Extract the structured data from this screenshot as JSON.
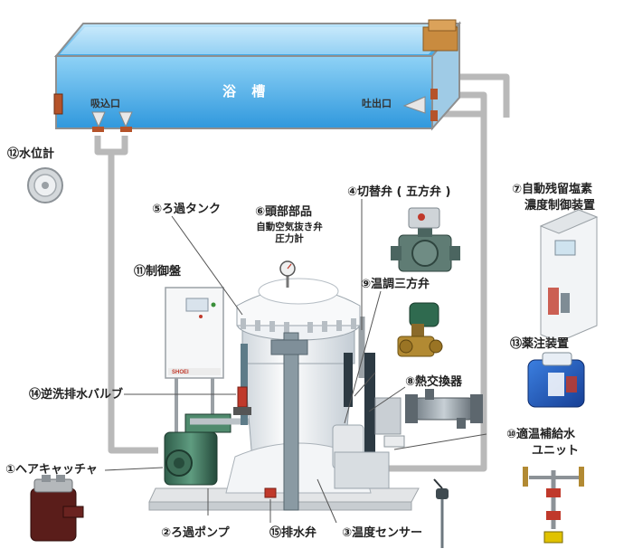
{
  "bath": {
    "title": "浴 槽",
    "intake_label": "吸込口",
    "outlet_label": "吐出口"
  },
  "components": [
    {
      "id": "1",
      "label": "①ヘアキャッチャ"
    },
    {
      "id": "2",
      "label": "②ろ過ポンプ"
    },
    {
      "id": "3",
      "label": "③温度センサー"
    },
    {
      "id": "4",
      "label": "④切替弁 ( 五方弁 )"
    },
    {
      "id": "5",
      "label": "⑤ろ過タンク"
    },
    {
      "id": "6",
      "label": "⑥頭部部品",
      "sub": [
        "自動空気抜き弁",
        "圧力計"
      ]
    },
    {
      "id": "7",
      "label": "⑦自動残留塩素",
      "sub": [
        "濃度制御装置"
      ]
    },
    {
      "id": "8",
      "label": "⑧熱交換器"
    },
    {
      "id": "9",
      "label": "⑨温調三方弁"
    },
    {
      "id": "10",
      "label": "⑩適温補給水",
      "sub": [
        "ユニット"
      ]
    },
    {
      "id": "11",
      "label": "⑪制御盤"
    },
    {
      "id": "12",
      "label": "⑫水位計"
    },
    {
      "id": "13",
      "label": "⑬薬注装置"
    },
    {
      "id": "14",
      "label": "⑭逆洗排水バルブ"
    },
    {
      "id": "15",
      "label": "⑮排水弁"
    }
  ],
  "panel_brand": "SHOEI",
  "colors": {
    "pipe": "#b9b9b9",
    "water": "#6ec3ef",
    "tank_body": "#f2f4f6",
    "port_flange": "#b5532a"
  }
}
